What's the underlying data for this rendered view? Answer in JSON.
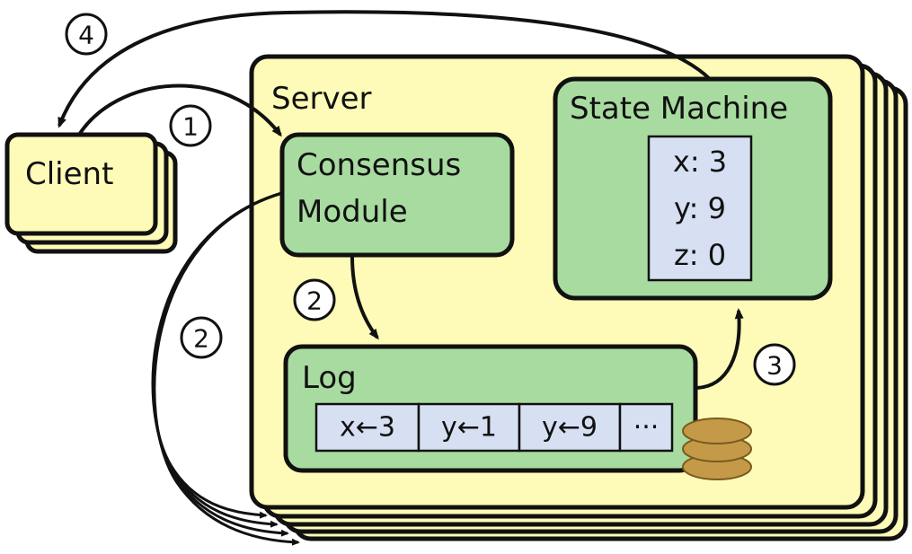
{
  "colors": {
    "server_fill": "#fdfbb7",
    "module_fill": "#a8dba0",
    "cell_fill": "#d6e0f2",
    "coin_fill": "#c49a49",
    "stroke": "#111111"
  },
  "client": {
    "label": "Client"
  },
  "server": {
    "label": "Server"
  },
  "consensus": {
    "line1": "Consensus",
    "line2": "Module"
  },
  "state_machine": {
    "title": "State Machine",
    "values": [
      "x: 3",
      "y: 9",
      "z: 0"
    ]
  },
  "log": {
    "title": "Log",
    "entries": [
      "x←3",
      "y←1",
      "y←9",
      "···"
    ]
  },
  "steps": {
    "s1": "1",
    "s2_inner": "2",
    "s2_outer": "2",
    "s3": "3",
    "s4": "4"
  }
}
